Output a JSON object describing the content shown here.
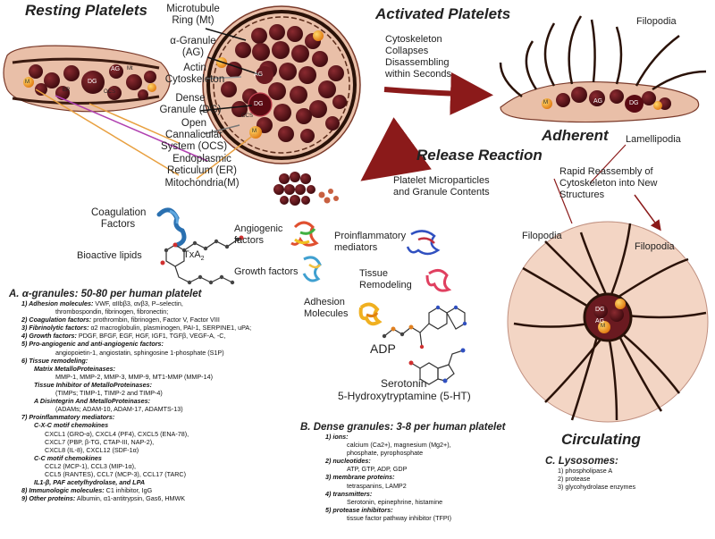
{
  "headings": {
    "resting": "Resting Platelets",
    "activated": "Activated Platelets",
    "adherent": "Adherent",
    "circulating": "Circulating",
    "release": "Release Reaction"
  },
  "resting_labels": {
    "microtubule": "Microtubule Ring (Mt)",
    "alpha_granule": "α-Granule (AG)",
    "actin": "Actin Cytoskeleton",
    "dense_granule": "Dense Granule (DG)",
    "ocs": "Open Cannalicular System (OCS)",
    "er": "Endoplasmic Reticulum (ER)",
    "mito": "Mitochondria(M)"
  },
  "cell_marks": {
    "ag": "AG",
    "dg": "DG",
    "m": "M",
    "mt": "Mt",
    "er": "ER",
    "ocs": "OCS"
  },
  "activated_text": {
    "collapse": "Cytoskeleton Collapses Disassembling within Seconds",
    "filopodia_top": "Filopodia",
    "lamellipodia": "Lamellipodia",
    "reassembly": "Rapid Reassembly of Cytoskeleton into New Structures",
    "filopodia_left": "Filopodia",
    "filopodia_right": "Filopodia"
  },
  "release_text": {
    "microparticles": "Platelet Microparticles and Granule Contents"
  },
  "molecules": {
    "coagulation": "Coagulation Factors",
    "lipids": "Bioactive lipids",
    "txa2": "TxA",
    "txa2_sub": "2",
    "angiogenic": "Angiogenic factors",
    "growth": "Growth factors",
    "proinflammatory": "Proinflammatory mediators",
    "tissue": "Tissue Remodeling",
    "adhesion": "Adhesion Molecules",
    "adp": "ADP",
    "serotonin": "Serotonin",
    "ht": "5-Hydroxytryptamine (5-HT)"
  },
  "section_a": {
    "title": "A. α-granules: 50-80 per human platelet",
    "lines": [
      {
        "lvl": "in1",
        "bold": "1) Adhesion molecules:",
        "text": " VWF, αIIbβ3, αvβ3, P–selectin,"
      },
      {
        "lvl": "in4",
        "bold": "",
        "text": "thrombospondin, fibrinogen, fibronectin;"
      },
      {
        "lvl": "in1",
        "bold": "2) Coagulation factors:",
        "text": " prothrombin, fibrinogen, Factor V, Factor VIII"
      },
      {
        "lvl": "in1",
        "bold": "3) Fibrinolytic factors:",
        "text": " α2 macroglobulin, plasminogen, PAI-1, SERPINE1, uPA;"
      },
      {
        "lvl": "in1",
        "bold": "4) Growth factors:",
        "text": " PDGF, BFGF, EGF, HGF, IGF1, TGFβ, VEGF-A, -C,"
      },
      {
        "lvl": "in1",
        "bold": "5) Pro-angiogenic and anti-angiogenic factors:",
        "text": ""
      },
      {
        "lvl": "in4",
        "bold": "",
        "text": "angiopoietin-1, angiostatin, sphingosine 1-phosphate (S1P)"
      },
      {
        "lvl": "in1",
        "bold": "6) Tissue remodeling:",
        "text": ""
      },
      {
        "lvl": "in2",
        "bold": "Matrix MetalloProteinases:",
        "text": ""
      },
      {
        "lvl": "in4",
        "bold": "",
        "text": "MMP-1, MMP-2, MMP-3, MMP-9, MT1-MMP (MMP-14)"
      },
      {
        "lvl": "in2",
        "bold": "Tissue Inhibitor of MetalloProteinases:",
        "text": ""
      },
      {
        "lvl": "in4",
        "bold": "",
        "text": "(TIMPs; TIMP-1, TIMP-2 and TIMP-4)"
      },
      {
        "lvl": "in2",
        "bold": "A Disintegrin And MetalloProteinases:",
        "text": ""
      },
      {
        "lvl": "in4",
        "bold": "",
        "text": "(ADAMs; ADAM-10, ADAM-17, ADAMTS-13)"
      },
      {
        "lvl": "in1",
        "bold": "7) Proinflammatory mediators:",
        "text": ""
      },
      {
        "lvl": "in2",
        "bold": "C-X-C motif chemokines",
        "text": ""
      },
      {
        "lvl": "in3",
        "bold": "",
        "text": "CXCL1 (GRO-α), CXCL4 (PF4), CXCL5 (ENA-78),"
      },
      {
        "lvl": "in3",
        "bold": "",
        "text": "CXCL7 (PBP, β-TG, CTAP-III, NAP-2),"
      },
      {
        "lvl": "in3",
        "bold": "",
        "text": "CXCL8 (IL-8), CXCL12 (SDF-1α)"
      },
      {
        "lvl": "in2",
        "bold": "C-C motif chemokines",
        "text": ""
      },
      {
        "lvl": "in3",
        "bold": "",
        "text": "CCL2 (MCP-1), CCL3 (MIP-1α),"
      },
      {
        "lvl": "in3",
        "bold": "",
        "text": "CCL5 (RANTES), CCL7 (MCP-3), CCL17 (TARC)"
      },
      {
        "lvl": "in2",
        "bold": "IL1-β, PAF acetylhydrolase, and LPA",
        "text": ""
      },
      {
        "lvl": "in1",
        "bold": "8) Immunologic molecules:",
        "text": " C1 inhibitor, IgG"
      },
      {
        "lvl": "in1",
        "bold": "9) Other proteins:",
        "text": " Albumin, α1-antitrypsin, Gas6, HMWK"
      }
    ]
  },
  "section_b": {
    "title": "B. Dense granules: 3-8 per human platelet",
    "lines": [
      {
        "lvl": "in2",
        "bold": "1) ions:",
        "text": ""
      },
      {
        "lvl": "in4",
        "bold": "",
        "text": "calcium (Ca2+), magnesium (Mg2+),"
      },
      {
        "lvl": "in4",
        "bold": "",
        "text": "phosphate, pyrophosphate"
      },
      {
        "lvl": "in2",
        "bold": "2) nucleotides:",
        "text": ""
      },
      {
        "lvl": "in4",
        "bold": "",
        "text": "ATP, GTP, ADP, GDP"
      },
      {
        "lvl": "in2",
        "bold": "3) membrane proteins:",
        "text": ""
      },
      {
        "lvl": "in4",
        "bold": "",
        "text": "tetraspanins, LAMP2"
      },
      {
        "lvl": "in2",
        "bold": "4) transmitters:",
        "text": ""
      },
      {
        "lvl": "in4",
        "bold": "",
        "text": "Serotonin, epinephrine, histamine"
      },
      {
        "lvl": "in2",
        "bold": "5) protease inhibitors:",
        "text": ""
      },
      {
        "lvl": "in4",
        "bold": "",
        "text": "tissue factor pathway inhibitor (TFPI)"
      }
    ]
  },
  "section_c": {
    "title": "C. Lysosomes:",
    "lines": [
      {
        "lvl": "in1",
        "bold": "",
        "text": "1) phospholipase A"
      },
      {
        "lvl": "in1",
        "bold": "",
        "text": "2) protease"
      },
      {
        "lvl": "in1",
        "bold": "",
        "text": "3) glycohydrolase enzymes"
      }
    ]
  },
  "colors": {
    "arrow": "#8b1a1a",
    "granule_dark": "#5a1015",
    "cell_fill": "#e9bfa8",
    "mito": "#f0a020",
    "er_line": "#b040b0",
    "ocs_line": "#e8a040"
  }
}
